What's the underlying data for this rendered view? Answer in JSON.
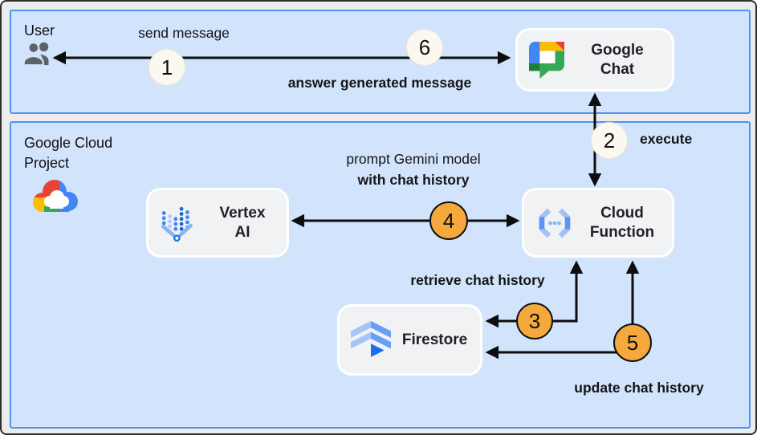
{
  "zones": {
    "user": {
      "label": "User"
    },
    "gcp": {
      "label_line1": "Google Cloud",
      "label_line2": "Project"
    }
  },
  "nodes": {
    "google_chat": {
      "label_line1": "Google",
      "label_line2": "Chat",
      "icon": "google-chat-icon"
    },
    "vertex_ai": {
      "label_line1": "Vertex",
      "label_line2": "AI",
      "icon": "vertex-ai-icon"
    },
    "cloud_function": {
      "label_line1": "Cloud",
      "label_line2": "Function",
      "icon": "cloud-functions-icon"
    },
    "firestore": {
      "label": "Firestore",
      "icon": "firestore-icon"
    }
  },
  "steps": {
    "s1": {
      "label": "1",
      "style": "neutral"
    },
    "s2": {
      "label": "2",
      "style": "neutral"
    },
    "s3": {
      "label": "3",
      "style": "highlight"
    },
    "s4": {
      "label": "4",
      "style": "highlight"
    },
    "s5": {
      "label": "5",
      "style": "highlight"
    },
    "s6": {
      "label": "6",
      "style": "neutral"
    }
  },
  "flow_labels": {
    "send_message": "send message",
    "answer_generated_message": "answer generated message",
    "execute": "execute",
    "prompt_line1": "prompt Gemini model",
    "prompt_line2": "with chat history",
    "retrieve_chat_history": "retrieve chat history",
    "update_chat_history": "update chat history"
  },
  "colors": {
    "zone_fill": "#d2e3fc",
    "zone_border": "#4b93f5",
    "node_fill": "#f0f2f4",
    "node_border": "#ffffff",
    "step_neutral_fill": "#fbf8f0",
    "step_highlight_fill": "#f5a93c",
    "arrow": "#0d0d0d",
    "canvas_background": "#ececec",
    "people_icon_gray": "#5f6368"
  }
}
